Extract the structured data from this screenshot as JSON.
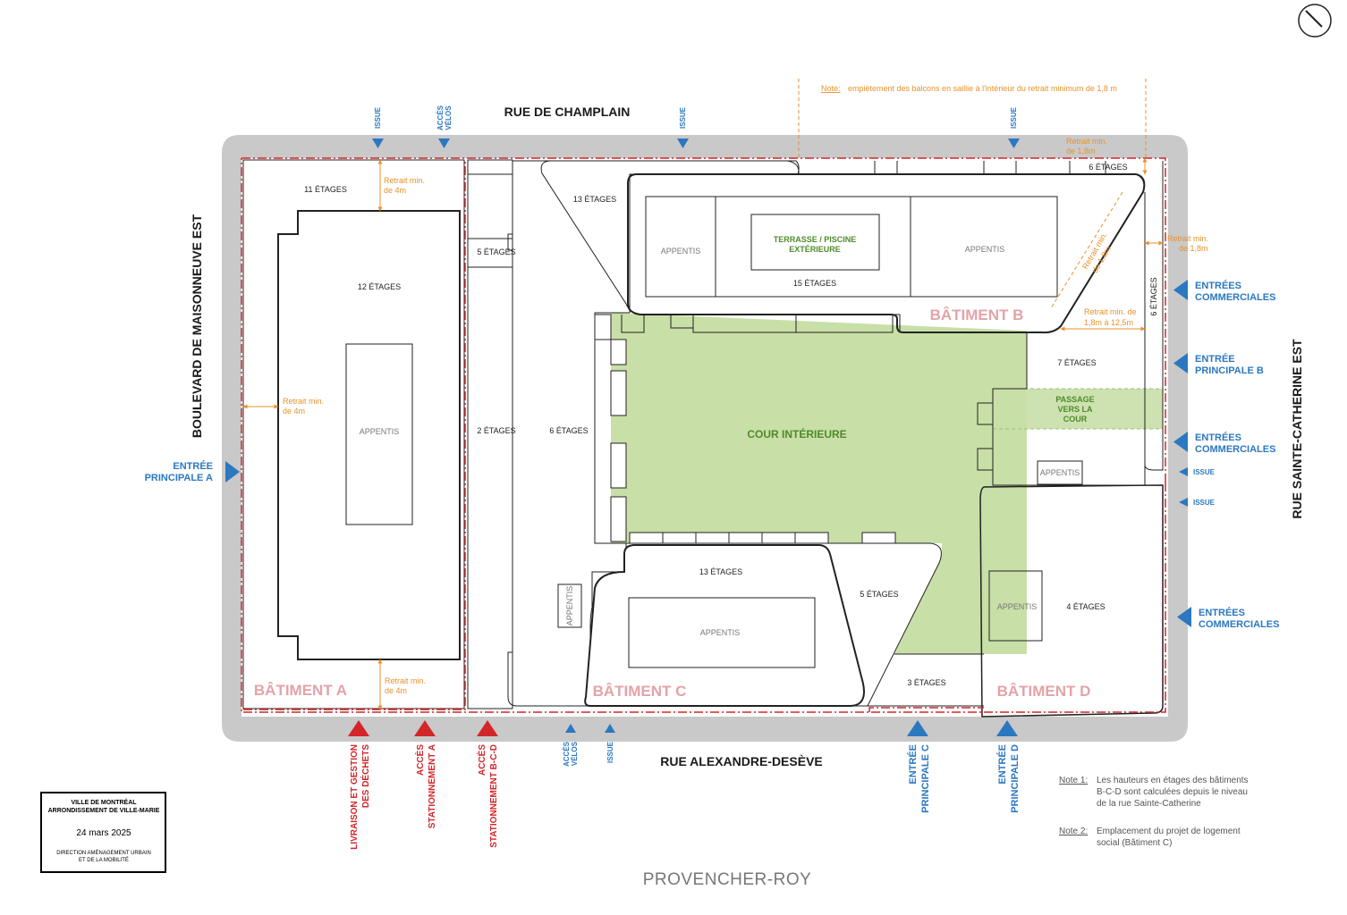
{
  "streets": {
    "north": "RUE DE CHAMPLAIN",
    "south": "RUE ALEXANDRE-DESÈVE",
    "west": "BOULEVARD DE MAISONNEUVE EST",
    "east": "RUE SAINTE-CATHERINE EST"
  },
  "buildings": {
    "a": "BÂTIMENT A",
    "b": "BÂTIMENT B",
    "c": "BÂTIMENT C",
    "d": "BÂTIMENT D"
  },
  "floors": {
    "f11": "11 ÉTAGES",
    "f12": "12 ÉTAGES",
    "f5a": "5 ÉTAGES",
    "f2": "2 ÉTAGES",
    "f6a": "6 ÉTAGES",
    "f13b": "13 ÉTAGES",
    "f15": "15 ÉTAGES",
    "f6b": "6 ÉTAGES",
    "f6c": "6 ÉTAGES",
    "f7": "7 ÉTAGES",
    "f13c": "13 ÉTAGES",
    "f5b": "5 ÉTAGES",
    "f3": "3 ÉTAGES",
    "f4": "4 ÉTAGES"
  },
  "appentis": "APPENTIS",
  "terrasse": [
    "TERRASSE / PISCINE",
    "EXTÉRIEURE"
  ],
  "cour": "COUR INTÉRIEURE",
  "passage": [
    "PASSAGE",
    "VERS LA",
    "COUR"
  ],
  "setbacks": {
    "top_a": [
      "Retrait min.",
      "de 4m"
    ],
    "left_a": [
      "Retrait min.",
      "de 4m"
    ],
    "bottom_a": [
      "Retrait min.",
      "de 4m"
    ],
    "top_right": [
      "Retrait min.",
      "de 1,8m"
    ],
    "right": [
      "Retrait min.",
      "de 1,8m"
    ],
    "diag": [
      "Retrait min.",
      "de 1,8m"
    ],
    "mid_right": [
      "Retrait min. de",
      "1,8m à 12,5m"
    ]
  },
  "note_top": {
    "label": "Note:",
    "text": "empiètement des balcons en saillie à l'intérieur du retrait minimum de 1,8 m"
  },
  "top_access": {
    "issue1": "ISSUE",
    "velos": [
      "ACCÈS",
      "VÉLOS"
    ],
    "issue2": "ISSUE",
    "issue3": "ISSUE"
  },
  "east_access": {
    "com1": [
      "ENTRÉES",
      "COMMERCIALES"
    ],
    "princ_b": [
      "ENTRÉE",
      "PRINCIPALE B"
    ],
    "com2": [
      "ENTRÉES",
      "COMMERCIALES"
    ],
    "issue1": "ISSUE",
    "issue2": "ISSUE",
    "com3": [
      "ENTRÉES",
      "COMMERCIALES"
    ]
  },
  "west_access": [
    "ENTRÉE",
    "PRINCIPALE A"
  ],
  "south_access": {
    "livraison": [
      "LIVRAISON ET GESTION",
      "DES DÉCHETS"
    ],
    "stat_a": [
      "ACCÈS",
      "STATIONNEMENT A"
    ],
    "stat_bcd": [
      "ACCÈS",
      "STATIONNEMENT B-C-D"
    ],
    "velos": [
      "ACCÈS",
      "VÉLOS"
    ],
    "issue": "ISSUE",
    "princ_c": [
      "ENTRÉE",
      "PRINCIPALE C"
    ],
    "princ_d": [
      "ENTRÉE",
      "PRINCIPALE D"
    ]
  },
  "notes": {
    "n1_label": "Note 1:",
    "n1": [
      "Les hauteurs en étages des bâtiments",
      "B-C-D sont calculées depuis le niveau",
      "de la rue Sainte-Catherine"
    ],
    "n2_label": "Note 2:",
    "n2": [
      "Emplacement du projet de logement",
      "social (Bâtiment C)"
    ]
  },
  "stamp": {
    "l1": "VILLE DE MONTRÉAL",
    "l2": "ARRONDISSEMENT DE VILLE-MARIE",
    "date": "24 mars 2025",
    "l3": "DIRECTION AMÉNAGEMENT URBAIN",
    "l4": "ET DE LA MOBILITÉ"
  },
  "firm": "PROVENCHER-ROY",
  "colors": {
    "street": "#c9c9c9",
    "courtyard": "#c8dfa7",
    "boundary_red": "#d2262a",
    "blue": "#2b78c0",
    "orange": "#e8922b",
    "building_label": "#e3a3a8"
  }
}
